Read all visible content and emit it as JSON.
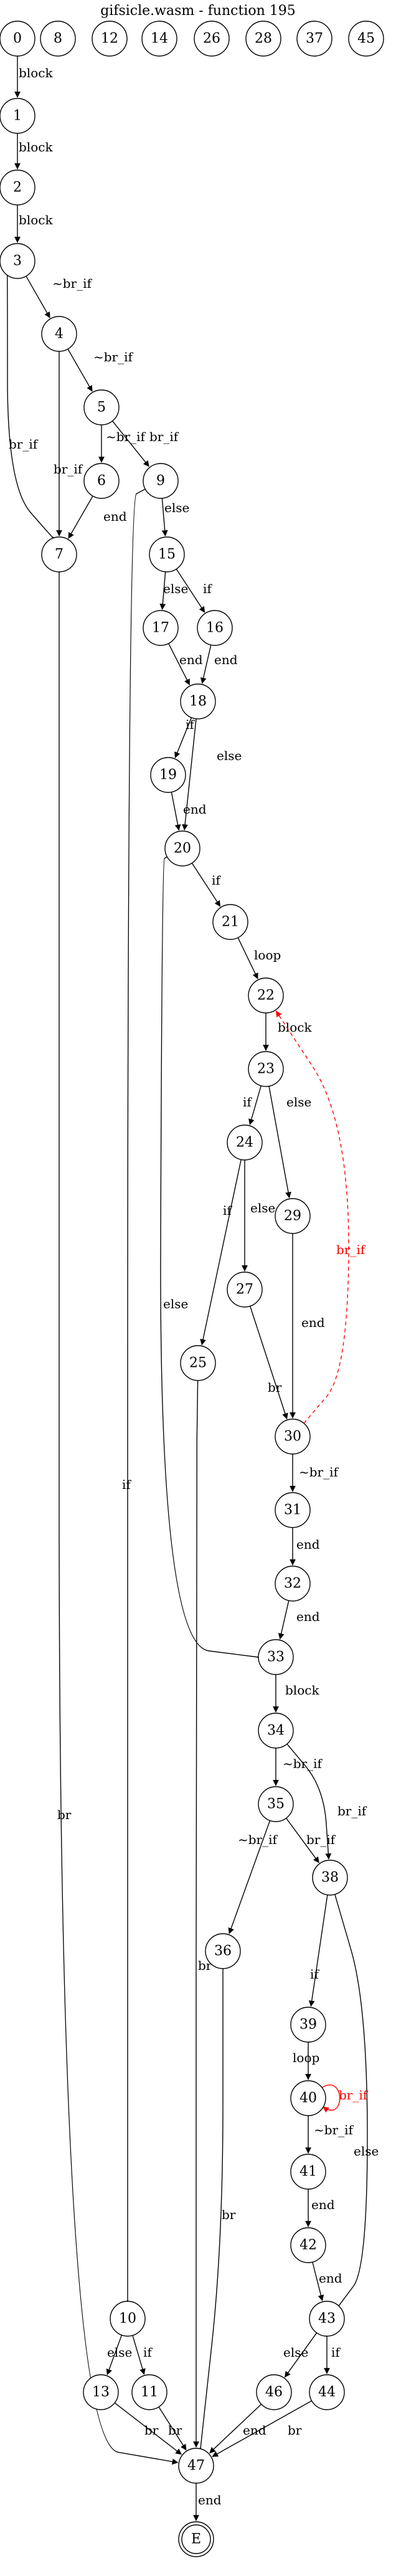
{
  "title": "gifsicle.wasm - function 195",
  "nodes": [
    {
      "id": "0"
    },
    {
      "id": "8"
    },
    {
      "id": "12"
    },
    {
      "id": "14"
    },
    {
      "id": "26"
    },
    {
      "id": "28"
    },
    {
      "id": "37"
    },
    {
      "id": "45"
    },
    {
      "id": "1"
    },
    {
      "id": "2"
    },
    {
      "id": "3"
    },
    {
      "id": "4"
    },
    {
      "id": "5"
    },
    {
      "id": "6"
    },
    {
      "id": "7"
    },
    {
      "id": "9"
    },
    {
      "id": "15"
    },
    {
      "id": "17"
    },
    {
      "id": "16"
    },
    {
      "id": "18"
    },
    {
      "id": "19"
    },
    {
      "id": "20"
    },
    {
      "id": "21"
    },
    {
      "id": "22"
    },
    {
      "id": "23"
    },
    {
      "id": "24"
    },
    {
      "id": "29"
    },
    {
      "id": "27"
    },
    {
      "id": "25"
    },
    {
      "id": "30"
    },
    {
      "id": "31"
    },
    {
      "id": "32"
    },
    {
      "id": "33"
    },
    {
      "id": "34"
    },
    {
      "id": "35"
    },
    {
      "id": "38"
    },
    {
      "id": "36"
    },
    {
      "id": "39"
    },
    {
      "id": "40"
    },
    {
      "id": "41"
    },
    {
      "id": "42"
    },
    {
      "id": "43"
    },
    {
      "id": "10"
    },
    {
      "id": "13"
    },
    {
      "id": "11"
    },
    {
      "id": "46"
    },
    {
      "id": "44"
    },
    {
      "id": "47"
    },
    {
      "id": "E",
      "terminal": true
    }
  ],
  "edges": [
    {
      "from": "0",
      "to": "1",
      "label": "block"
    },
    {
      "from": "1",
      "to": "2",
      "label": "block"
    },
    {
      "from": "2",
      "to": "3",
      "label": "block"
    },
    {
      "from": "3",
      "to": "4",
      "label": "~br_if"
    },
    {
      "from": "3",
      "to": "7",
      "label": "br_if"
    },
    {
      "from": "4",
      "to": "5",
      "label": "~br_if"
    },
    {
      "from": "4",
      "to": "7",
      "label": "br_if"
    },
    {
      "from": "5",
      "to": "6",
      "label": "~br_if"
    },
    {
      "from": "5",
      "to": "9",
      "label": "br_if"
    },
    {
      "from": "6",
      "to": "7",
      "label": "end"
    },
    {
      "from": "9",
      "to": "15",
      "label": "else"
    },
    {
      "from": "9",
      "to": "10",
      "label": "if"
    },
    {
      "from": "15",
      "to": "17",
      "label": "else"
    },
    {
      "from": "15",
      "to": "16",
      "label": "if"
    },
    {
      "from": "17",
      "to": "18",
      "label": "end"
    },
    {
      "from": "16",
      "to": "18",
      "label": "end"
    },
    {
      "from": "18",
      "to": "19",
      "label": "if"
    },
    {
      "from": "18",
      "to": "20",
      "label": "else"
    },
    {
      "from": "19",
      "to": "20",
      "label": "end"
    },
    {
      "from": "20",
      "to": "21",
      "label": "if"
    },
    {
      "from": "20",
      "to": "33",
      "label": "else"
    },
    {
      "from": "21",
      "to": "22",
      "label": "loop"
    },
    {
      "from": "22",
      "to": "23",
      "label": "block"
    },
    {
      "from": "23",
      "to": "24",
      "label": "if"
    },
    {
      "from": "23",
      "to": "29",
      "label": "else"
    },
    {
      "from": "24",
      "to": "25",
      "label": "if"
    },
    {
      "from": "24",
      "to": "27",
      "label": "else"
    },
    {
      "from": "29",
      "to": "30",
      "label": "end"
    },
    {
      "from": "27",
      "to": "30",
      "label": "br"
    },
    {
      "from": "30",
      "to": "22",
      "label": "br_if",
      "back": true
    },
    {
      "from": "30",
      "to": "31",
      "label": "~br_if"
    },
    {
      "from": "31",
      "to": "32",
      "label": "end"
    },
    {
      "from": "32",
      "to": "33",
      "label": "end"
    },
    {
      "from": "33",
      "to": "34",
      "label": "block"
    },
    {
      "from": "34",
      "to": "35",
      "label": "~br_if"
    },
    {
      "from": "34",
      "to": "38",
      "label": "br_if"
    },
    {
      "from": "35",
      "to": "36",
      "label": "~br_if"
    },
    {
      "from": "35",
      "to": "38",
      "label": "br_if"
    },
    {
      "from": "38",
      "to": "39",
      "label": "if"
    },
    {
      "from": "38",
      "to": "43",
      "label": "else"
    },
    {
      "from": "39",
      "to": "40",
      "label": "loop"
    },
    {
      "from": "40",
      "to": "40",
      "label": "br_if",
      "self": true
    },
    {
      "from": "40",
      "to": "41",
      "label": "~br_if"
    },
    {
      "from": "41",
      "to": "42",
      "label": "end"
    },
    {
      "from": "42",
      "to": "43",
      "label": "end"
    },
    {
      "from": "43",
      "to": "46",
      "label": "else"
    },
    {
      "from": "43",
      "to": "44",
      "label": "if"
    },
    {
      "from": "10",
      "to": "13",
      "label": "else"
    },
    {
      "from": "10",
      "to": "11",
      "label": "if"
    },
    {
      "from": "7",
      "to": "47",
      "label": "br"
    },
    {
      "from": "13",
      "to": "47",
      "label": "br"
    },
    {
      "from": "11",
      "to": "47",
      "label": "br"
    },
    {
      "from": "25",
      "to": "47",
      "label": "br"
    },
    {
      "from": "36",
      "to": "47",
      "label": "br"
    },
    {
      "from": "46",
      "to": "47",
      "label": "end"
    },
    {
      "from": "44",
      "to": "47",
      "label": "br"
    },
    {
      "from": "47",
      "to": "E",
      "label": "end"
    }
  ]
}
